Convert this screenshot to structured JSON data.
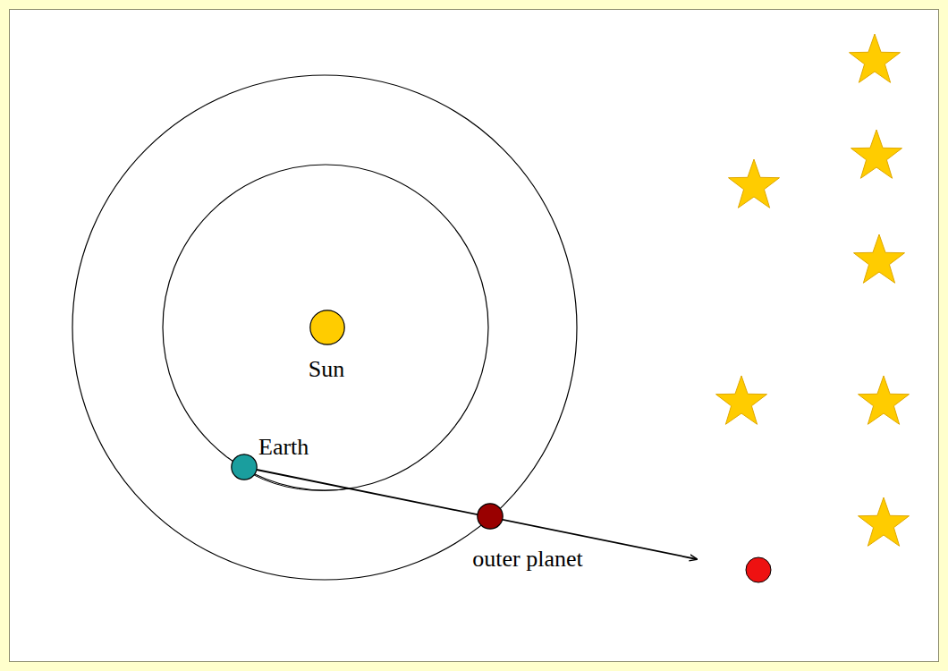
{
  "diagram": {
    "nodes": [
      {
        "text": [
          "Sun"
        ]
      },
      {
        "text": [
          "Earth"
        ]
      },
      {
        "text": [
          "outer planet"
        ]
      }
    ]
  }
}
